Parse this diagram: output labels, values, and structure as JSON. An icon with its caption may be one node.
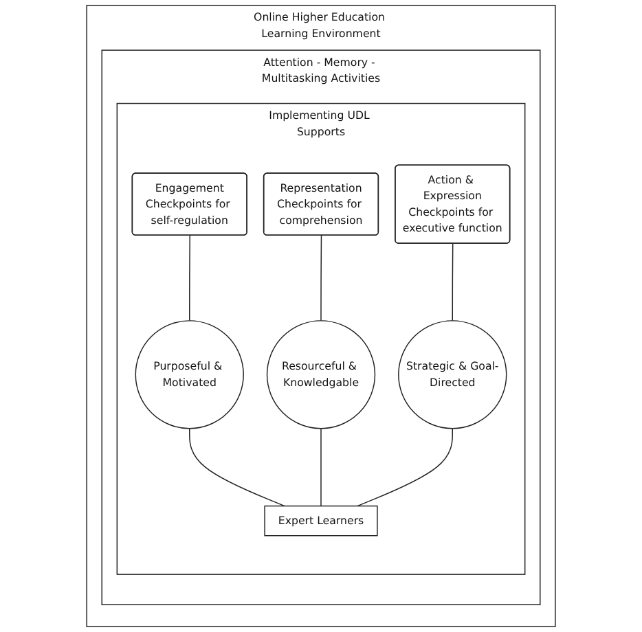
{
  "diagram": {
    "nodes": [
      {
        "text": [
          "Online Higher Education Learning Environment"
        ]
      },
      {
        "text": [
          "Attention - Memory - Multitasking Activities"
        ],
        "in": 0
      },
      {
        "text": [
          "Implementing UDL Supports"
        ],
        "in": 1
      },
      {
        "text": [
          "Engagement",
          "Checkpoints for self-regulation"
        ],
        "in": 2
      },
      {
        "text": [
          "Representation",
          "Checkpoints for comprehension"
        ],
        "in": 2
      },
      {
        "text": [
          "Action & Expression",
          "Checkpoints for executive function"
        ],
        "in": 2
      },
      {
        "text": [
          "Purposeful & Motivated"
        ],
        "in": 2
      },
      {
        "text": [
          "Resourceful & Knowledgable"
        ],
        "in": 2
      },
      {
        "text": [
          "Strategic & Goal-Directed"
        ],
        "in": 2
      },
      {
        "text": [
          "Expert Learners"
        ],
        "in": 2
      }
    ],
    "edges": [
      {
        "from": 3,
        "to": 6,
        "arrow": "none"
      },
      {
        "from": 4,
        "to": 7,
        "arrow": "none"
      },
      {
        "from": 5,
        "to": 8,
        "arrow": "none"
      },
      {
        "from": 6,
        "to": 9,
        "arrow": "none"
      },
      {
        "from": 7,
        "to": 9,
        "arrow": "none"
      },
      {
        "from": 8,
        "to": 9,
        "arrow": "none"
      }
    ]
  }
}
